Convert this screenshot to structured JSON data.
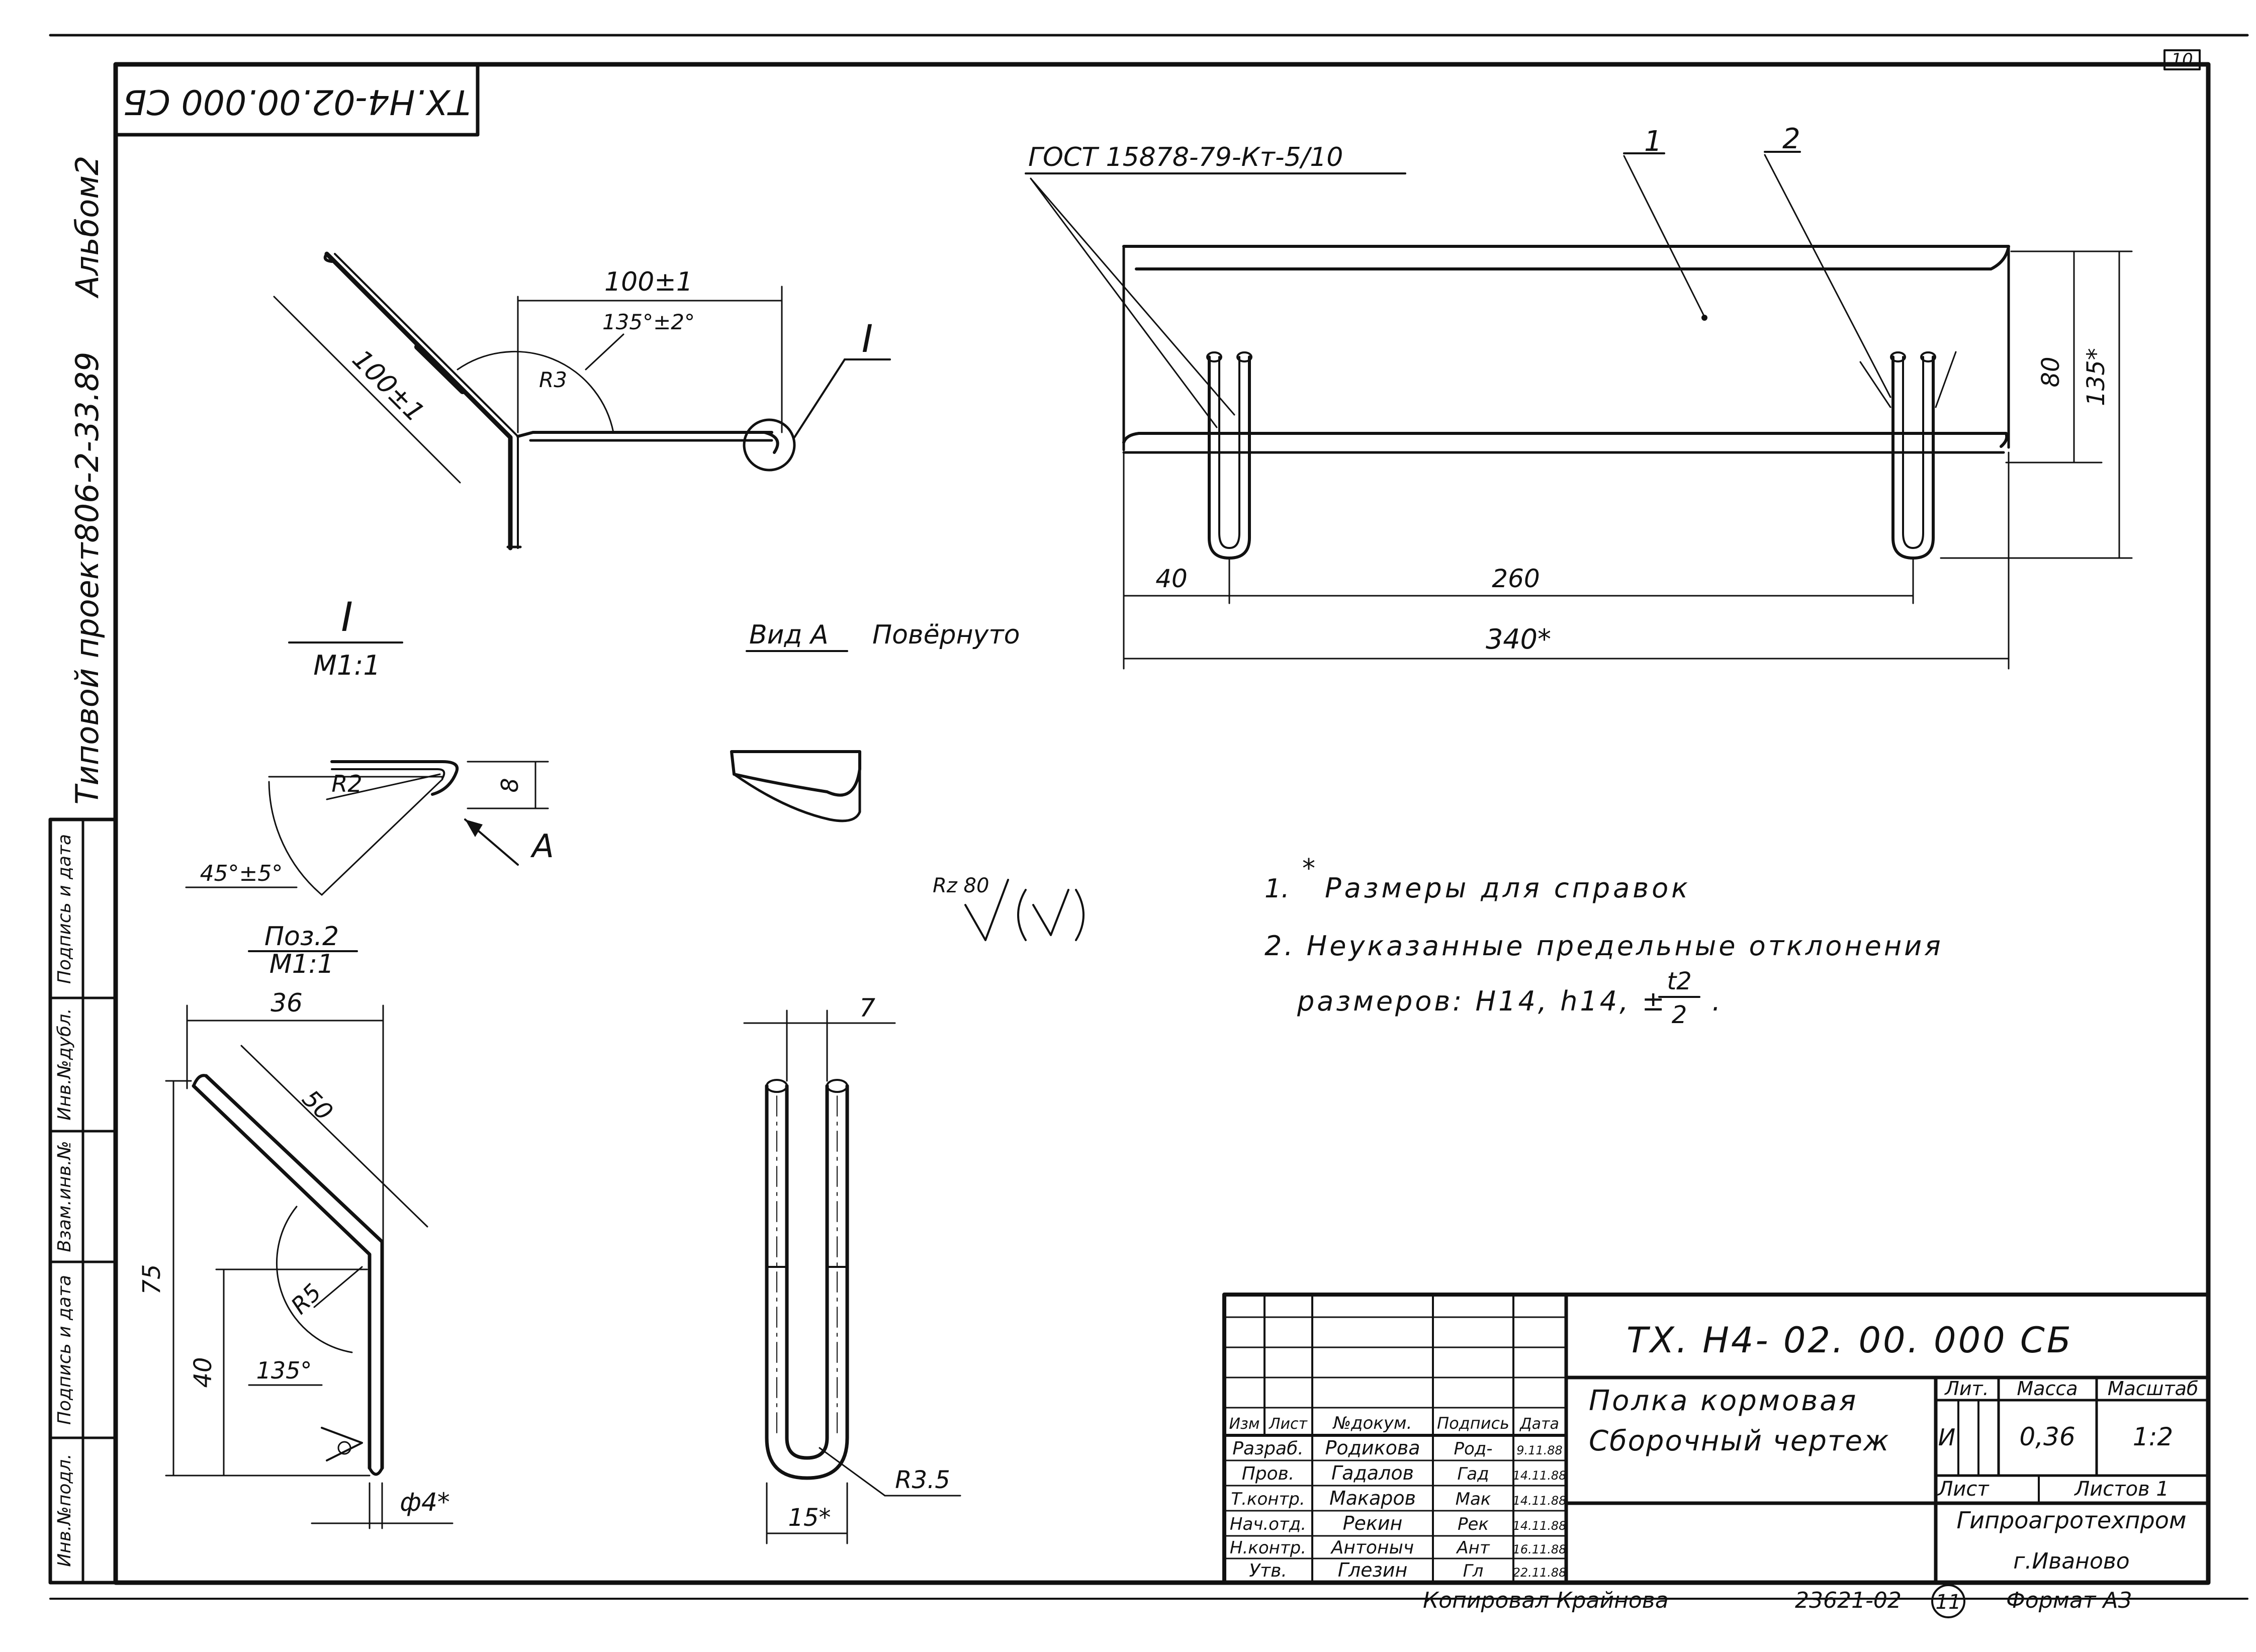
{
  "sheet_number_top": "10",
  "doc_code_rotated": "ТХ.Н4-02.00.000 СБ",
  "side_title": {
    "album": "Альбом2",
    "project": "Типовой проект806-2-33.89"
  },
  "left_stamp": {
    "cells": [
      "Подпись и дата",
      "Инв.№дубл.",
      "Взам.инв.№",
      "Подпись и дата",
      "Инв.№подл."
    ]
  },
  "views": {
    "main_side": {
      "dim_horizontal": "100±1",
      "dim_inclined": "100±1",
      "angle": "135°±2°",
      "radius": "R3",
      "detail_mark": "I"
    },
    "detail_I": {
      "title": "I",
      "scale": "М1:1",
      "radius": "R2",
      "dim_height": "8",
      "angle": "45°±5°",
      "view_arrow": "А"
    },
    "view_a": {
      "title_letter": "Вид А",
      "title_rest": "Повёрнуто"
    },
    "front_view": {
      "gost_label": "ГОСТ 15878-79-Кт-5/10",
      "pos1": "1",
      "pos2": "2",
      "dim_80": "80",
      "dim_135": "135*",
      "dim_40": "40",
      "dim_260": "260",
      "dim_340": "340*"
    },
    "pos2_side": {
      "title": "Поз.2",
      "scale": "М1:1",
      "dim_36": "36",
      "dim_50": "50",
      "dim_75": "75",
      "dim_40": "40",
      "radius": "R5",
      "angle": "135°",
      "diameter": "ф4*"
    },
    "pos2_front": {
      "dim_7": "7",
      "radius": "R3.5",
      "dim_15": "15*"
    }
  },
  "roughness": {
    "label": "Rz 80"
  },
  "notes": {
    "n1_num": "1.",
    "n1_star": "*",
    "n1_text": "Размеры для справок",
    "n2_line1": "2. Неуказанные предельные отклонения",
    "n2_line2": "размеров: Н14, h14, ±",
    "n2_frac_top": "t2",
    "n2_frac_bottom": "2",
    "n2_end": "."
  },
  "title_block": {
    "designation": "ТХ. Н4- 02. 00. 000 СБ",
    "product_name_1": "Полка кормовая",
    "product_name_2": "Сборочный чертеж",
    "col_headers": [
      "Изм",
      "Лист",
      "№докум.",
      "Подпись",
      "Дата"
    ],
    "rows": [
      {
        "role": "Разраб.",
        "name": "Родикова",
        "sign": "Род-",
        "date": "9.11.88"
      },
      {
        "role": "Пров.",
        "name": "Гадалов",
        "sign": "Гад",
        "date": "14.11.88"
      },
      {
        "role": "Т.контр.",
        "name": "Макаров",
        "sign": "Мак",
        "date": "14.11.88"
      },
      {
        "role": "Нач.отд.",
        "name": "Рекин",
        "sign": "Рек",
        "date": "14.11.88"
      },
      {
        "role": "Н.контр.",
        "name": "Антоныч",
        "sign": "Ант",
        "date": "16.11.88"
      },
      {
        "role": "Утв.",
        "name": "Глезин",
        "sign": "Гл",
        "date": "22.11.88"
      }
    ],
    "lit_header": "Лит.",
    "mass_header": "Масса",
    "scale_header": "Масштаб",
    "lit_value": "И",
    "mass_value": "0,36",
    "scale_value": "1:2",
    "sheet_label": "Лист",
    "sheets_label": "Листов 1",
    "org_1": "Гипроагротехпром",
    "org_2": "г.Иваново"
  },
  "footer": {
    "copied": "Копировал Крайнова",
    "order": "23621-02",
    "sheet_circle": "11",
    "format": "Формат А3"
  }
}
